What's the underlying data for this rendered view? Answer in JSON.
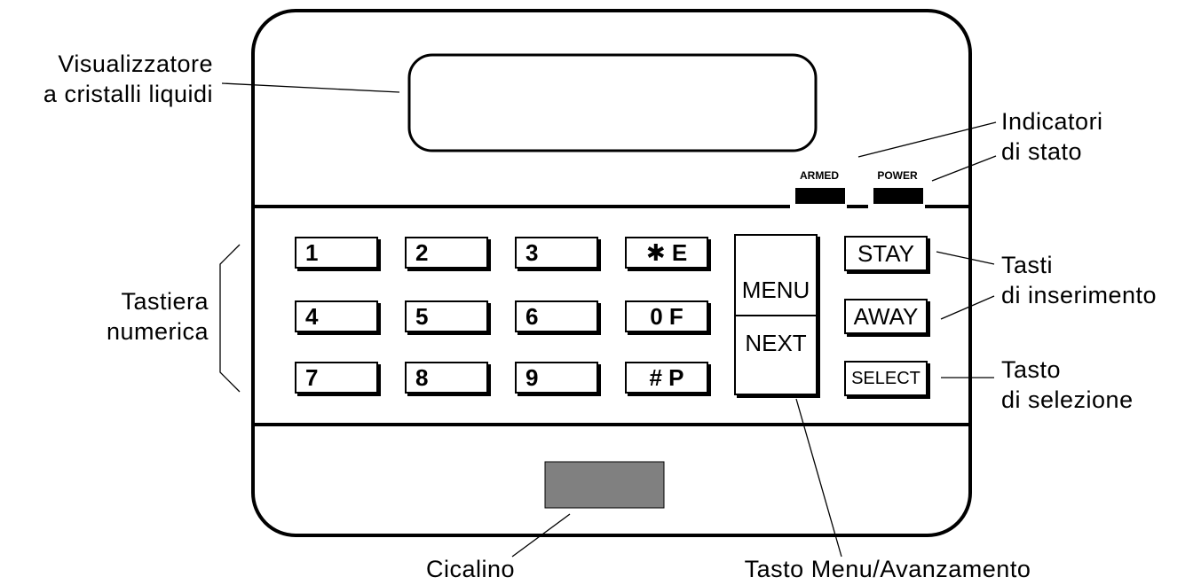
{
  "labels": {
    "display": [
      "Visualizzatore",
      "a cristalli liquidi"
    ],
    "status": [
      "Indicatori",
      "di stato"
    ],
    "keypad": [
      "Tastiera",
      "numerica"
    ],
    "arming": [
      "Tasti",
      "di inserimento"
    ],
    "select": [
      "Tasto",
      "di selezione"
    ],
    "buzzer": "Cicalino",
    "menu_key": "Tasto Menu/Avanzamento"
  },
  "indicators": {
    "armed": "ARMED",
    "power": "POWER"
  },
  "keys": {
    "k1": "1",
    "k2": "2",
    "k3": "3",
    "k4": "✱ E",
    "k5": "4",
    "k6": "5",
    "k7": "6",
    "k8": "0 F",
    "k9": "7",
    "k10": "8",
    "k11": "9",
    "k12": "# P"
  },
  "function_keys": {
    "menu": "MENU",
    "next": "NEXT",
    "stay": "STAY",
    "away": "AWAY",
    "select": "SELECT"
  },
  "colors": {
    "outline": "#000000",
    "buzzer": "#808080",
    "led": "#000000"
  }
}
